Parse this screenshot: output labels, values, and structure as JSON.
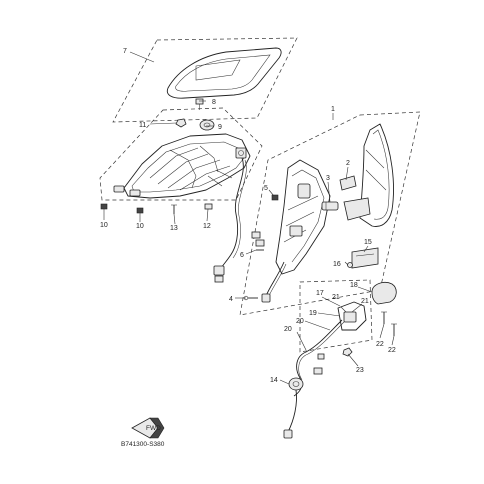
{
  "diagram": {
    "drawing_code": "B741300-S380",
    "fwd_label": "FWD",
    "callouts": [
      "1",
      "2",
      "3",
      "4",
      "4",
      "5",
      "6",
      "7",
      "8",
      "9",
      "10",
      "10",
      "11",
      "12",
      "13",
      "14",
      "15",
      "16",
      "17",
      "18",
      "19",
      "20",
      "20",
      "21",
      "21",
      "22",
      "22",
      "23"
    ]
  }
}
